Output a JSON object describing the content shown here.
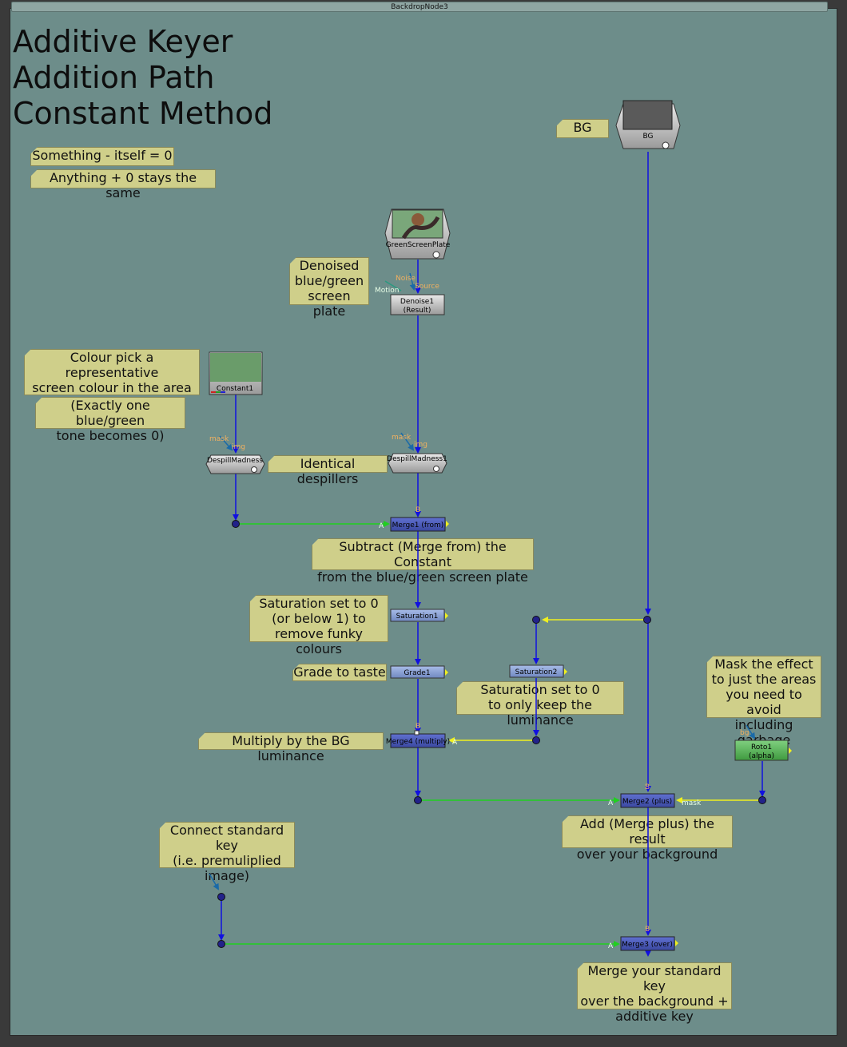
{
  "backdrop": {
    "name": "BackdropNode3"
  },
  "title": {
    "lines": [
      "Additive Keyer",
      "Addition Path",
      "Constant Method"
    ]
  },
  "notes": {
    "note_self": "Something - itself = 0",
    "note_zero": "Anything + 0 stays the same",
    "note_bg": "BG",
    "note_denoised": "Denoised\nblue/green\nscreen plate",
    "note_colour_pick": "Colour pick a representative\nscreen colour in the area\nyou want to key",
    "note_exactly": "(Exactly one blue/green\ntone becomes 0)",
    "note_identical": "Identical despillers",
    "note_subtract": "Subtract (Merge from) the Constant\nfrom the blue/green screen plate",
    "note_saturation1": "Saturation set to 0\n(or below 1) to\nremove funky colours",
    "note_grade": "Grade to taste",
    "note_saturation2": "Saturation set to 0\nto only keep the luminance",
    "note_mask": "Mask the effect\nto just the areas\nyou need to avoid\nincluding garbage",
    "note_multiply": "Multiply by the BG luminance",
    "note_add": "Add (Merge plus) the result\nover your background",
    "note_connect": "Connect standard key\n(i.e. premuliplied\nimage)",
    "note_merge_std": "Merge your standard key\nover the background +\nadditive key"
  },
  "nodes": {
    "bg": {
      "label": "BG"
    },
    "greenscreenplate": {
      "label": "GreenScreenPlate"
    },
    "denoise1": {
      "label": "Denoise1",
      "sublabel": "(Result)"
    },
    "constant1": {
      "label": "Constant1",
      "color": "#6a9c6a"
    },
    "despill_a": {
      "label": "DespillMadness"
    },
    "despill_b": {
      "label": "DespillMadness1"
    },
    "merge1": {
      "label": "Merge1 (from)"
    },
    "saturation1": {
      "label": "Saturation1"
    },
    "saturation2": {
      "label": "Saturation2"
    },
    "grade1": {
      "label": "Grade1"
    },
    "merge4": {
      "label": "Merge4 (multiply)"
    },
    "roto1": {
      "label": "Roto1",
      "sublabel": "(alpha)"
    },
    "merge2": {
      "label": "Merge2 (plus)"
    },
    "merge3": {
      "label": "Merge3 (over)"
    }
  },
  "ports": {
    "noise": "Noise",
    "source": "Source",
    "motion": "Motion",
    "mask": "mask",
    "img": "img",
    "a": "A",
    "b": "B",
    "bg": "bg"
  },
  "colors": {
    "backdrop": "#6d8d8a",
    "sticky": "#cfcf8a",
    "pipe_b": "#1010e0",
    "pipe_a": "#20d020",
    "pipe_mask": "#f0f020",
    "merge_node": "#4a5ab8",
    "color_node": "#8aa0d8",
    "roto_node": "#5fb85f"
  }
}
